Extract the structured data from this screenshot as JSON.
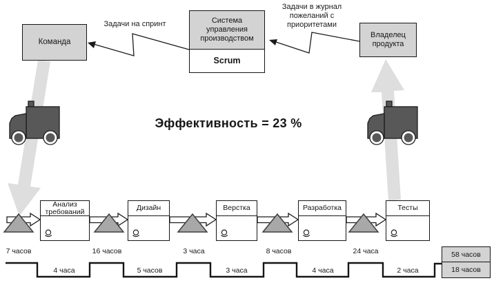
{
  "top_row": {
    "team_box_label": "Команда",
    "system_box_title": "Система управления производством",
    "system_box_method": "Scrum",
    "owner_box_label": "Владелец продукта",
    "sprint_arrow_label": "Задачи на спринт",
    "backlog_arrow_label": "Задачи в журнал пожеланий с приоритетами"
  },
  "center": {
    "efficiency_label": "Эффективность = 23 %"
  },
  "process_row": {
    "steps": [
      {
        "name": "Анализ требований",
        "wait_before": "7 часов",
        "work_time": "4 часа"
      },
      {
        "name": "Дизайн",
        "wait_before": "16 часов",
        "work_time": "5 часов"
      },
      {
        "name": "Верстка",
        "wait_before": "3 часа",
        "work_time": "3 часа"
      },
      {
        "name": "Разработка",
        "wait_before": "8 часов",
        "work_time": "4 часа"
      },
      {
        "name": "Тесты",
        "wait_before": "24 часа",
        "work_time": "2 часа"
      }
    ]
  },
  "totals": {
    "wait_total": "58 часов",
    "work_total": "18 часов"
  },
  "icons": {
    "material_flow_left": "material-flow-arrow-down",
    "material_flow_right": "material-flow-arrow-up",
    "truck": "truck-icon",
    "info_flow": "zigzag-info-arrow",
    "inventory": "inventory-triangle-icon",
    "push": "push-arrow-icon",
    "clock": "clock-icon"
  },
  "colors": {
    "box_fill": "#d3d3d3",
    "flow_arrow_fill": "#dedede",
    "inventory_triangle_fill": "#a8a8a8",
    "truck_fill": "#585858",
    "line": "#1b1b1b"
  }
}
